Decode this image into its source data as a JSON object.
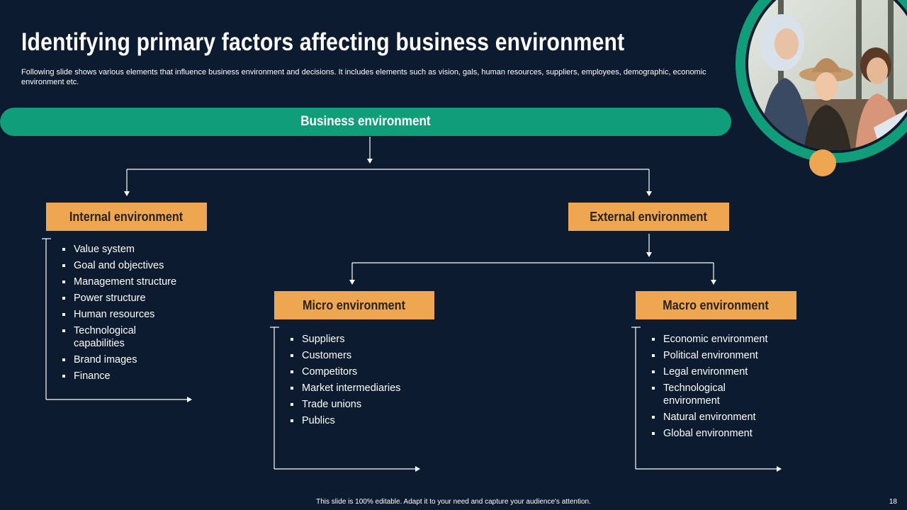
{
  "slide": {
    "title": "Identifying primary factors affecting business environment",
    "subtitle": "Following slide shows various elements that influence business environment and decisions. It includes elements such as vision, gals, human resources, suppliers, employees, demographic, economic environment etc.",
    "footer": "This slide is 100% editable.  Adapt it to your need and capture your audience's attention.",
    "page_number": "18"
  },
  "diagram": {
    "root": "Business environment",
    "internal": {
      "label": "Internal environment",
      "items": [
        "Value system",
        "Goal and objectives",
        "Management structure",
        "Power structure",
        "Human resources",
        "Technological capabilities",
        "Brand images",
        "Finance"
      ]
    },
    "external": {
      "label": "External environment"
    },
    "micro": {
      "label": "Micro environment",
      "items": [
        "Suppliers",
        "Customers",
        "Competitors",
        "Market intermediaries",
        "Trade unions",
        "Publics"
      ]
    },
    "macro": {
      "label": "Macro environment",
      "items": [
        "Economic environment",
        "Political environment",
        "Legal environment",
        "Technological environment",
        "Natural environment",
        "Global environment"
      ]
    }
  },
  "colors": {
    "background": "#0c1b2f",
    "banner": "#109d7a",
    "box": "#efa650",
    "box_text": "#2a2318",
    "text": "#ffffff"
  }
}
